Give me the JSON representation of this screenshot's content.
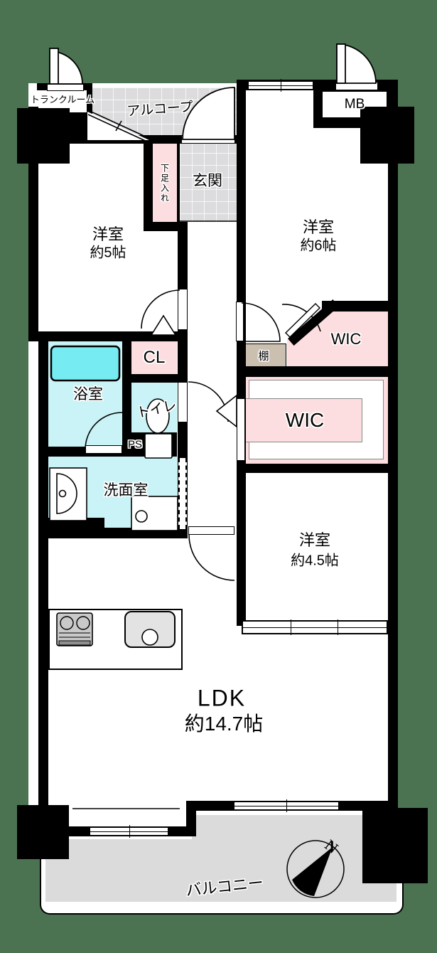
{
  "title": "apartment-floor-plan",
  "colors": {
    "background_green": "#4b7351",
    "wall_black": "#000000",
    "tile_gray": "#dcdcde",
    "balcony_gray": "#dbdbdb",
    "closet_pink": "#fcdee0",
    "wet_area_cyan": "#c9f3f6",
    "bathtub_cyan": "#76ecf2",
    "shelf_tan": "#cbc0af"
  },
  "labels": {
    "trunk_room": "トランクルーム",
    "alcove": "アルコープ",
    "meter_box": "MB",
    "entrance": "玄関",
    "shoe_cabinet": "下足入れ",
    "bedroom5_name": "洋室",
    "bedroom5_size": "約5帖",
    "bedroom6_name": "洋室",
    "bedroom6_size": "約6帖",
    "wic_small": "WIC",
    "shelf": "棚",
    "wic_large": "WIC",
    "closet": "CL",
    "bathroom": "浴室",
    "toilet": "トイレ",
    "pipe_space": "PS",
    "washroom": "洗面室",
    "bedroom45_name": "洋室",
    "bedroom45_size": "約4.5帖",
    "ldk_name": "LDK",
    "ldk_size": "約14.7帖",
    "balcony": "バルコニー",
    "compass_north": "N"
  }
}
